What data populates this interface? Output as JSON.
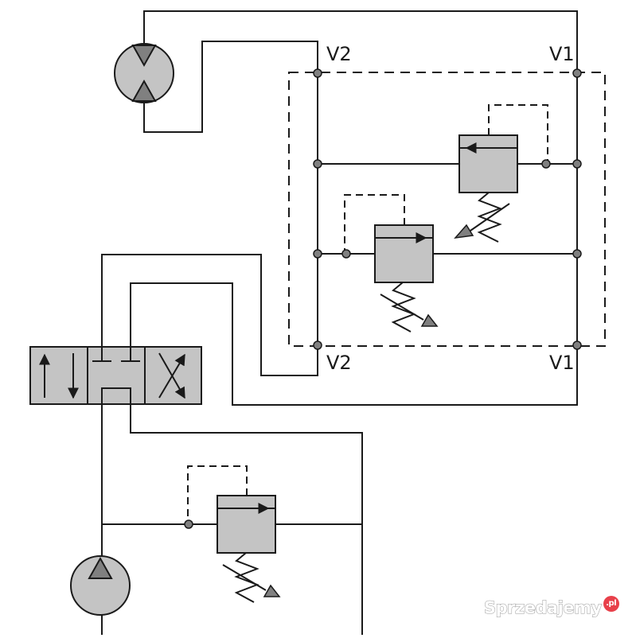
{
  "labels": {
    "v2_top": "V2",
    "v1_top": "V1",
    "v2_bottom": "V2",
    "v1_bottom": "V1"
  },
  "watermark": {
    "text": "Sprzedajemy",
    "badge": ".pl"
  },
  "colors": {
    "line": "#1a1a1a",
    "component_fill": "#c4c4c4",
    "arrow_fill": "#808080",
    "background": "#ffffff"
  },
  "components": [
    "hydraulic-motor",
    "directional-control-valve",
    "pressure-relief-valve-upper",
    "pressure-relief-valve-lower",
    "pressure-relief-valve-supply",
    "hydraulic-pump",
    "counterbalance-valve-block"
  ]
}
